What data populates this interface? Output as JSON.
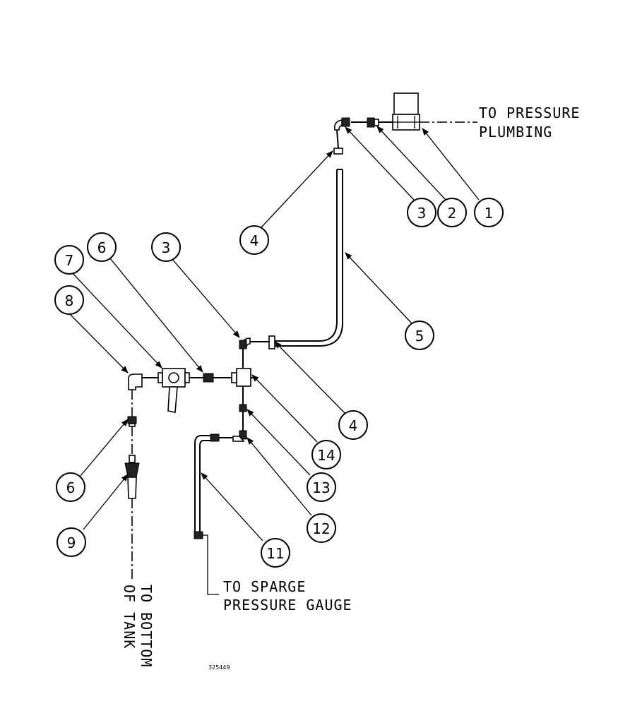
{
  "labels": {
    "pressure_line1": "TO PRESSURE",
    "pressure_line2": "PLUMBING",
    "sparge_line1": "TO SPARGE",
    "sparge_line2": "PRESSURE GAUGE",
    "tank_line1": "TO BOTTOM",
    "tank_line2": "OF TANK",
    "drawing_number": "325449"
  },
  "callouts": {
    "c1": "1",
    "c2": "2",
    "c3a": "3",
    "c4a": "4",
    "c5": "5",
    "c3b": "3",
    "c6a": "6",
    "c7": "7",
    "c8": "8",
    "c4b": "4",
    "c14": "14",
    "c13": "13",
    "c12": "12",
    "c11": "11",
    "c6b": "6",
    "c9": "9"
  }
}
